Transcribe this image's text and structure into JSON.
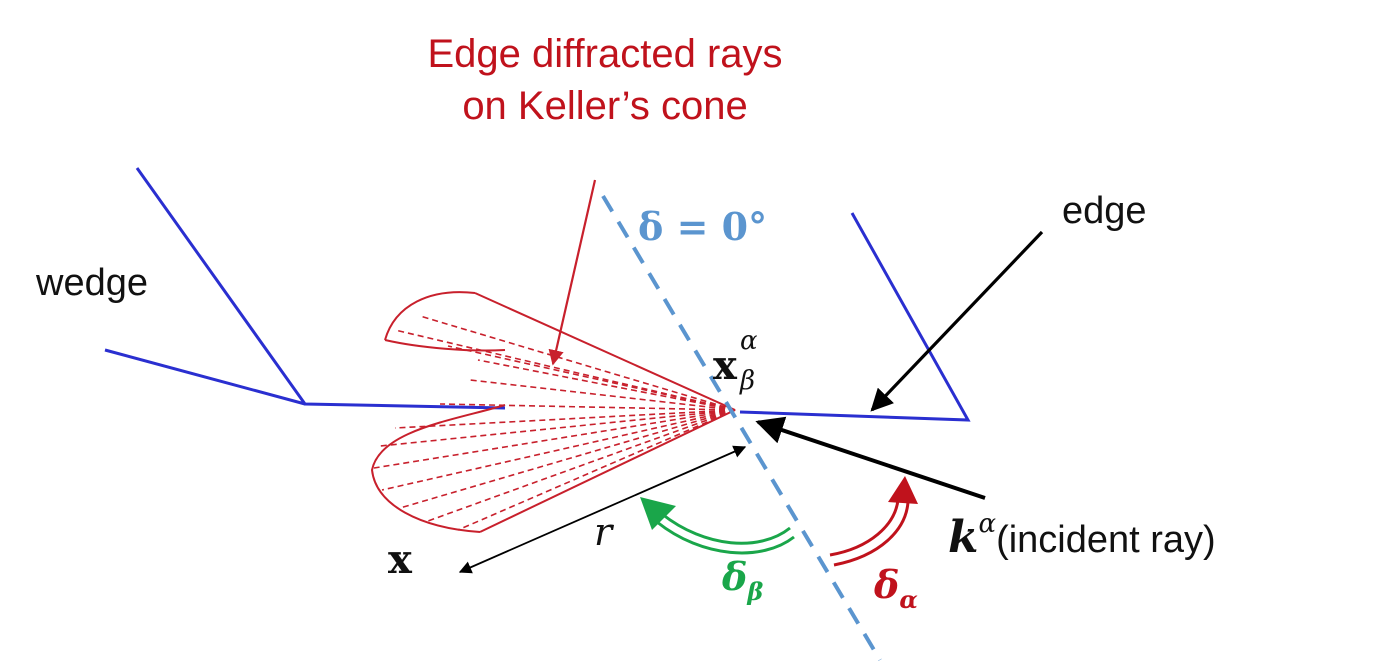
{
  "title": {
    "line1": "Edge diffracted rays",
    "line2": "on Keller’s cone"
  },
  "labels": {
    "wedge": "wedge",
    "edge": "edge",
    "delta_zero": "δ = 0°",
    "point_x": "x",
    "diffraction_point": {
      "base": "x",
      "sup": "α",
      "sub": "β"
    },
    "distance": "r",
    "incident_symbol": {
      "base": "k",
      "sup": "α"
    },
    "incident_text": "(incident ray)",
    "delta_beta": {
      "base": "δ",
      "sub": "β"
    },
    "delta_alpha": {
      "base": "δ",
      "sub": "α"
    }
  },
  "colors": {
    "wedge": "#2a2fd0",
    "cone": "#c8202c",
    "title": "#c0121c",
    "delta_zero": "#5b95cf",
    "delta_beta": "#1aa64a",
    "delta_alpha": "#c0121c",
    "incident": "#000000"
  }
}
